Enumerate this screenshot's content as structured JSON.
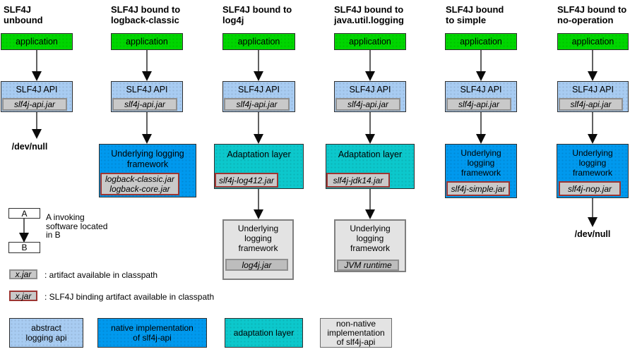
{
  "colors": {
    "application_green": "#00d600",
    "abstract_api_blue": "#a8ccf2",
    "native_impl_blue": "#0099ee",
    "adaptation_teal": "#0cc8cc",
    "non_native_gray": "#e3e3e3",
    "jar_gray": "#c9c9c9",
    "binding_border_red": "#9c3532"
  },
  "columns": [
    {
      "title": "SLF4J\nunbound",
      "application": "application",
      "api_label": "SLF4J API",
      "api_jar": "slf4j-api.jar",
      "dev_null": "/dev/null"
    },
    {
      "title": "SLF4J bound to\nlogback-classic",
      "application": "application",
      "api_label": "SLF4J API",
      "api_jar": "slf4j-api.jar",
      "framework_label": "Underlying logging\nframework",
      "framework_jar": "logback-classic.jar\nlogback-core.jar"
    },
    {
      "title": "SLF4J bound to\nlog4j",
      "application": "application",
      "api_label": "SLF4J API",
      "api_jar": "slf4j-api.jar",
      "adaptation_label": "Adaptation layer",
      "adaptation_jar": "slf4j-log412.jar",
      "framework_label": "Underlying\nlogging\nframework",
      "framework_jar": "log4j.jar"
    },
    {
      "title": "SLF4J bound to\njava.util.logging",
      "application": "application",
      "api_label": "SLF4J API",
      "api_jar": "slf4j-api.jar",
      "adaptation_label": "Adaptation layer",
      "adaptation_jar": "slf4j-jdk14.jar",
      "framework_label": "Underlying\nlogging\nframework",
      "framework_jar": "JVM runtime"
    },
    {
      "title": "SLF4J bound\nto simple",
      "application": "application",
      "api_label": "SLF4J API",
      "api_jar": "slf4j-api.jar",
      "framework_label": "Underlying\nlogging\nframework",
      "framework_jar": "slf4j-simple.jar"
    },
    {
      "title": "SLF4J bound to\nno-operation",
      "application": "application",
      "api_label": "SLF4J API",
      "api_jar": "slf4j-api.jar",
      "framework_label": "Underlying\nlogging\nframework",
      "framework_jar": "slf4j-nop.jar",
      "dev_null": "/dev/null"
    }
  ],
  "legend": {
    "a_label": "A",
    "b_label": "B",
    "ab_note": "A invoking\nsoftware located\nin B",
    "artifact_jar": "x.jar",
    "artifact_note": ": artifact available in classpath",
    "binding_jar": "x.jar",
    "binding_note": ": SLF4J binding artifact available in classpath",
    "swatches": [
      {
        "label": "abstract\nlogging api"
      },
      {
        "label": "native implementation\nof slf4j-api"
      },
      {
        "label": "adaptation layer"
      },
      {
        "label": "non-native\nimplementation\nof slf4j-api"
      }
    ]
  }
}
